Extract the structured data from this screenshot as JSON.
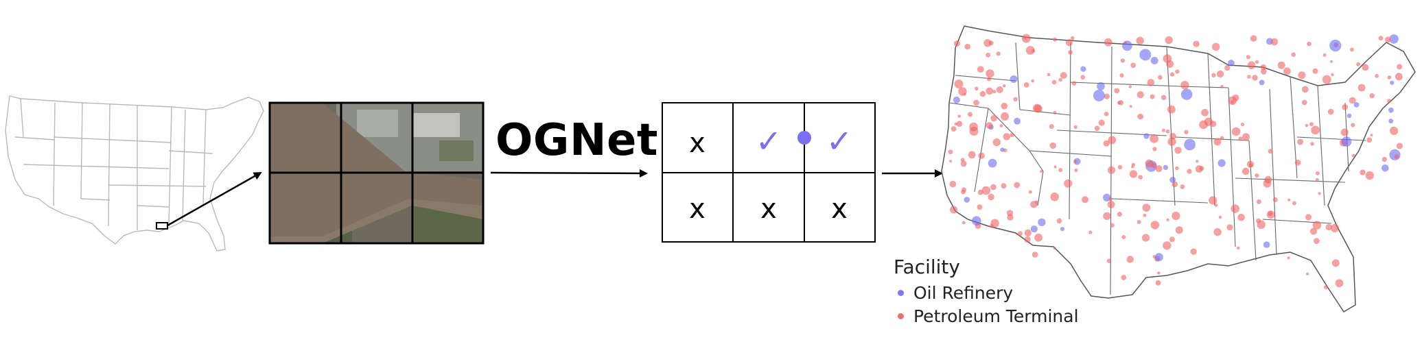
{
  "pipeline": {
    "model_name": "OGNet"
  },
  "grid": {
    "rows": [
      [
        "x",
        "check",
        "check"
      ],
      [
        "x",
        "x",
        "x"
      ]
    ],
    "x_glyph": "x",
    "check_glyph": "✓"
  },
  "legend": {
    "title": "Facility",
    "items": [
      {
        "label": "Oil Refinery",
        "color": "#7b7bf0"
      },
      {
        "label": "Petroleum Terminal",
        "color": "#f07070"
      }
    ]
  },
  "colors": {
    "refinery": "#6a6af5",
    "terminal": "#f06262",
    "check": "#7b6ef0",
    "dot": "#7b6ef0"
  }
}
